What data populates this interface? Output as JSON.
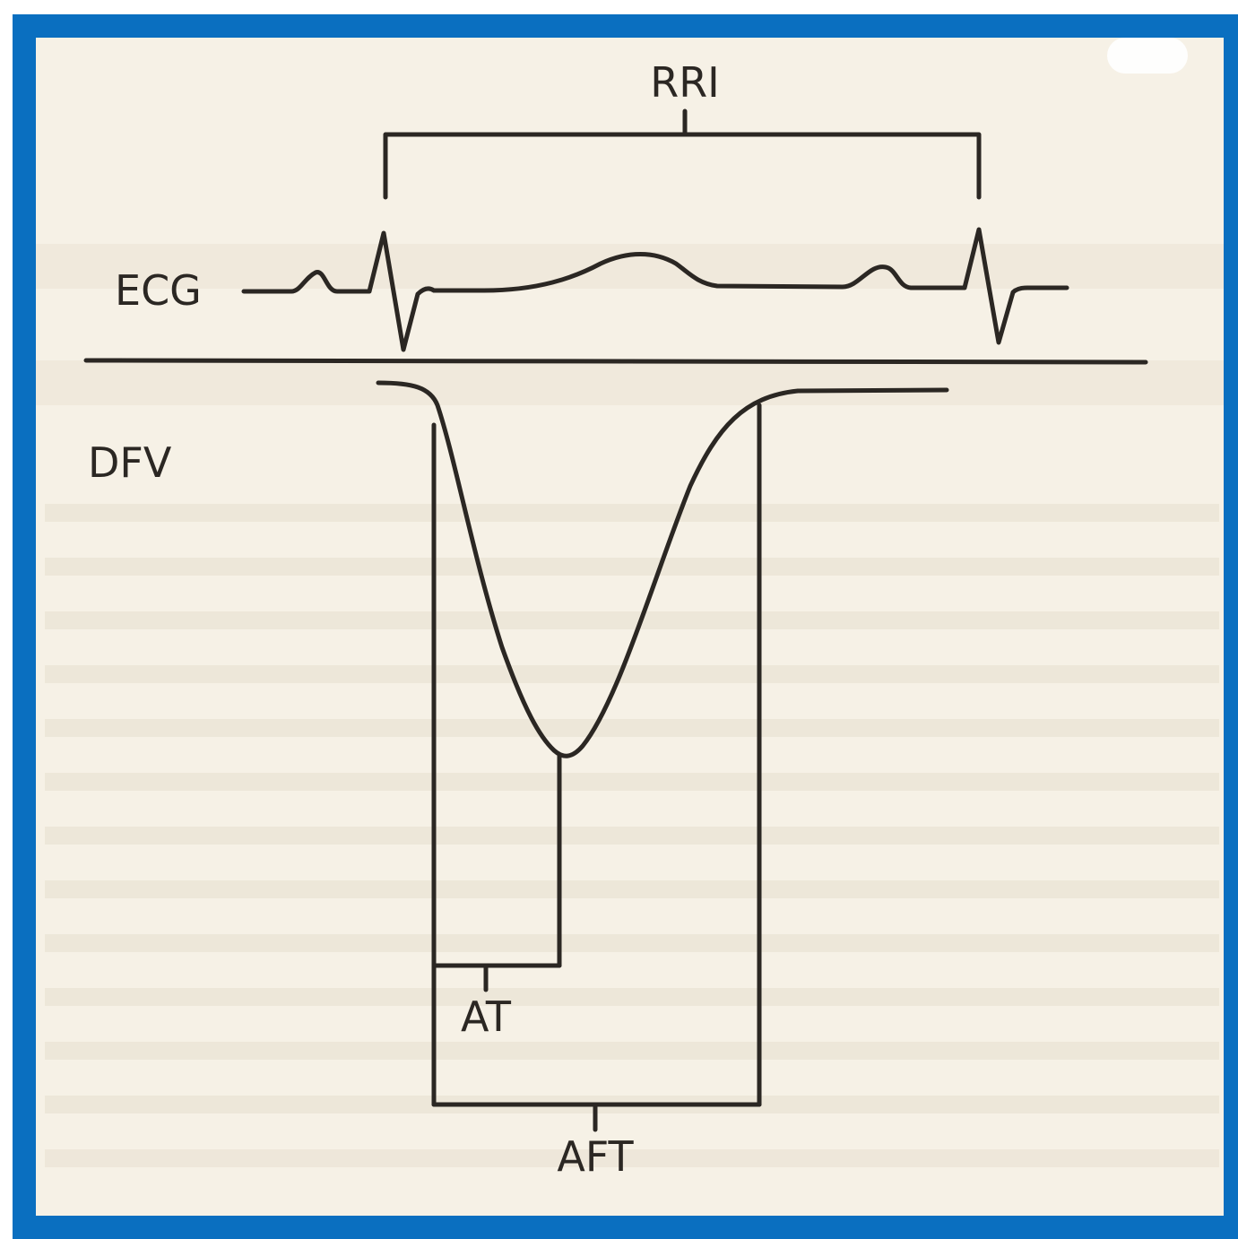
{
  "labels": {
    "rri": "RRI",
    "ecg": "ECG",
    "dfv": "DFV",
    "at": "AT",
    "aft": "AFT"
  },
  "colors": {
    "border": "#0a6fc0",
    "paper": "#f6f1e6",
    "ink": "#2b2723",
    "ghost_text": "#e9e2d4"
  }
}
